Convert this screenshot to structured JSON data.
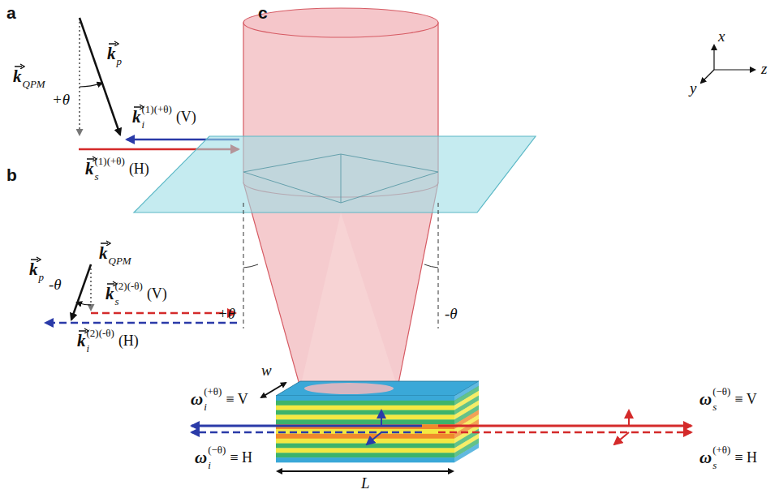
{
  "diagram": {
    "labels": [
      "a",
      "b",
      "c",
      "k",
      "QPM",
      "k",
      "p",
      "+θ",
      "k",
      "i",
      "(1)(+θ)",
      "(V)",
      "k",
      "s",
      "(1)(+θ)",
      "(H)",
      "k",
      "p",
      "-θ",
      "k",
      "QPM",
      "k",
      "s",
      "(2)(-θ)",
      "(V)",
      "k",
      "i",
      "(2)(-θ)",
      "(H)",
      "+θ",
      "-θ",
      "x",
      "y",
      "z",
      "w",
      "L",
      "ω",
      "i",
      "(+θ)",
      "≡ V",
      "ω",
      "i",
      "(−θ)",
      "≡ H",
      "ω",
      "s",
      "(−θ)",
      "≡ V",
      "ω",
      "s",
      "(+θ)",
      "≡ H"
    ]
  }
}
